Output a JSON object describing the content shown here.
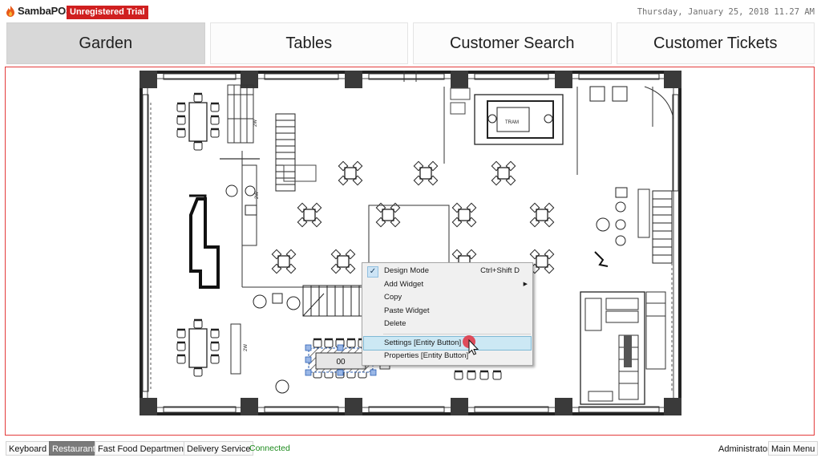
{
  "app": {
    "name": "SambaPOS",
    "trial_badge": "Unregistered Trial",
    "datetime": "Thursday, January 25, 2018 11.27 AM"
  },
  "nav": {
    "tabs": [
      {
        "label": "Garden",
        "active": true
      },
      {
        "label": "Tables",
        "active": false
      },
      {
        "label": "Customer Search",
        "active": false
      },
      {
        "label": "Customer Tickets",
        "active": false
      }
    ]
  },
  "floorplan": {
    "room_label": "TRAM",
    "entity_button": "00",
    "dimension_labels": [
      "2W",
      "2W",
      "2W"
    ]
  },
  "context_menu": {
    "items": [
      {
        "label": "Design Mode",
        "shortcut": "Ctrl+Shift D",
        "checked": true
      },
      {
        "label": "Add Widget",
        "submenu": true
      },
      {
        "label": "Copy"
      },
      {
        "label": "Paste Widget"
      },
      {
        "label": "Delete"
      },
      {
        "label": "Settings [Entity Button]",
        "highlighted": true
      },
      {
        "label": "Properties [Entity Button]"
      }
    ]
  },
  "statusbar": {
    "left": [
      {
        "label": "Keyboard",
        "active": false
      },
      {
        "label": "Restaurant",
        "active": true
      },
      {
        "label": "Fast Food Department",
        "active": false
      },
      {
        "label": "Delivery Service",
        "active": false
      }
    ],
    "connection": "Connected",
    "user": "Administrator",
    "main_menu": "Main Menu"
  },
  "colors": {
    "accent_red": "#d01f1f",
    "canvas_border": "#e33b3b",
    "connected_green": "#1c8a1c",
    "menu_highlight": "#cce8f4"
  }
}
